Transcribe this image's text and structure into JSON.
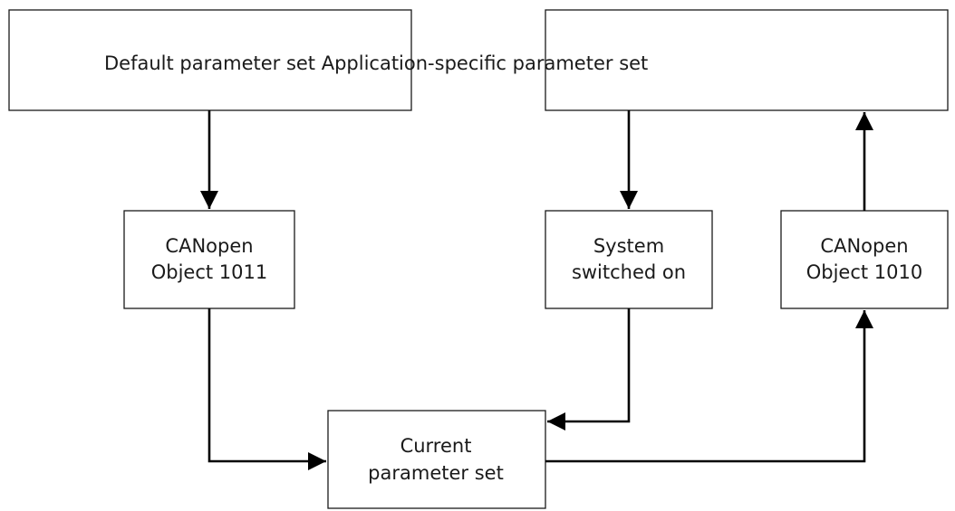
{
  "diagram": {
    "boxes": {
      "default_set": {
        "lines": []
      },
      "app_specific_set": {
        "lines": []
      },
      "obj1011": {
        "lines": [
          "CANopen",
          "Object 1011"
        ]
      },
      "system_on": {
        "lines": [
          "System",
          "switched on"
        ]
      },
      "obj1010": {
        "lines": [
          "CANopen",
          "Object 1010"
        ]
      },
      "current_set": {
        "lines": [
          "Current",
          "parameter set"
        ]
      }
    },
    "overlay_label": "Default parameter set Application-specific parameter set"
  },
  "colors": {
    "line": "#000000",
    "box_border": "#1a1a1a",
    "background": "#ffffff"
  }
}
